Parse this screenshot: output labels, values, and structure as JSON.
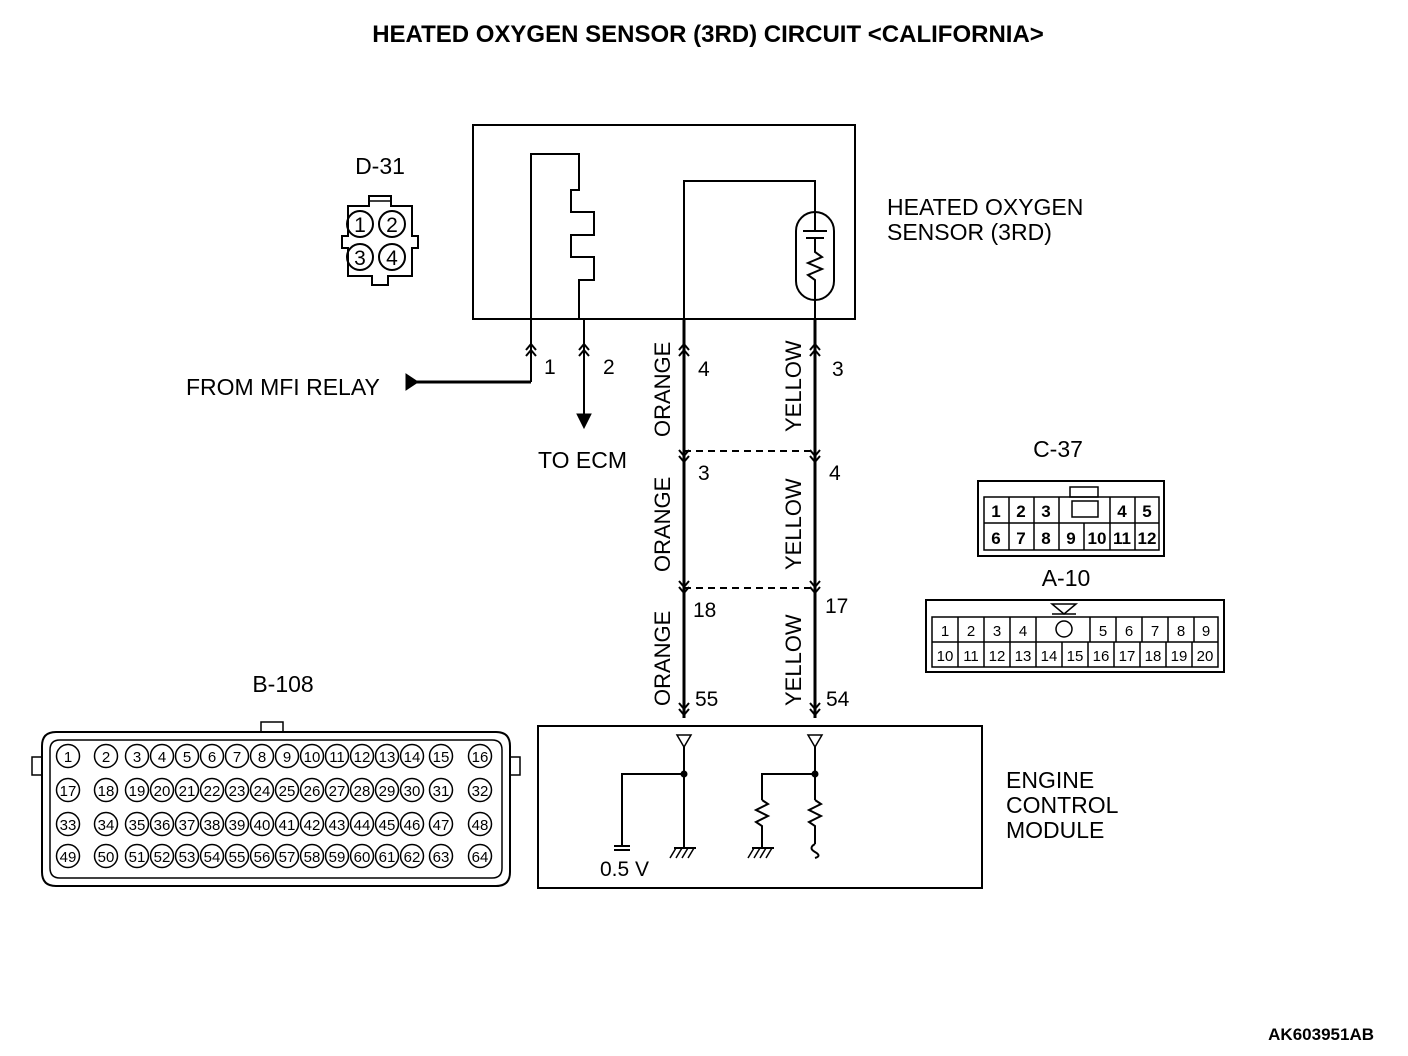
{
  "title": "HEATED OXYGEN SENSOR (3RD) CIRCUIT <CALIFORNIA>",
  "sensor_label": [
    "HEATED OXYGEN",
    "SENSOR (3RD)"
  ],
  "ecm_label": [
    "ENGINE",
    "CONTROL",
    "MODULE"
  ],
  "from_mfi_relay": "FROM MFI RELAY",
  "to_ecm": "TO ECM",
  "voltage": "0.5 V",
  "reference_code": "AK603951AB",
  "wire_colors": {
    "orange": "ORANGE",
    "yellow": "YELLOW"
  },
  "pins": {
    "heater_supply": "1",
    "heater_ecm": "2",
    "orange_sensor": "4",
    "yellow_sensor": "3",
    "orange_c37": "3",
    "yellow_c37": "4",
    "orange_a10": "18",
    "yellow_a10": "17",
    "orange_ecm": "55",
    "yellow_ecm": "54"
  },
  "connectors": {
    "d31": {
      "name": "D-31",
      "pins": [
        "1",
        "2",
        "3",
        "4"
      ]
    },
    "c37": {
      "name": "C-37",
      "row1": [
        "1",
        "2",
        "3",
        "4",
        "5"
      ],
      "row2": [
        "6",
        "7",
        "8",
        "9",
        "10",
        "11",
        "12"
      ]
    },
    "a10": {
      "name": "A-10",
      "row1": [
        "1",
        "2",
        "3",
        "4",
        "5",
        "6",
        "7",
        "8",
        "9"
      ],
      "row2": [
        "10",
        "11",
        "12",
        "13",
        "14",
        "15",
        "16",
        "17",
        "18",
        "19",
        "20"
      ]
    },
    "b108": {
      "name": "B-108",
      "rows": [
        [
          "1",
          "2",
          "3",
          "4",
          "5",
          "6",
          "7",
          "8",
          "9",
          "10",
          "11",
          "12",
          "13",
          "14",
          "15",
          "16"
        ],
        [
          "17",
          "18",
          "19",
          "20",
          "21",
          "22",
          "23",
          "24",
          "25",
          "26",
          "27",
          "28",
          "29",
          "30",
          "31",
          "32"
        ],
        [
          "33",
          "34",
          "35",
          "36",
          "37",
          "38",
          "39",
          "40",
          "41",
          "42",
          "43",
          "44",
          "45",
          "46",
          "47",
          "48"
        ],
        [
          "49",
          "50",
          "51",
          "52",
          "53",
          "54",
          "55",
          "56",
          "57",
          "58",
          "59",
          "60",
          "61",
          "62",
          "63",
          "64"
        ]
      ]
    }
  }
}
